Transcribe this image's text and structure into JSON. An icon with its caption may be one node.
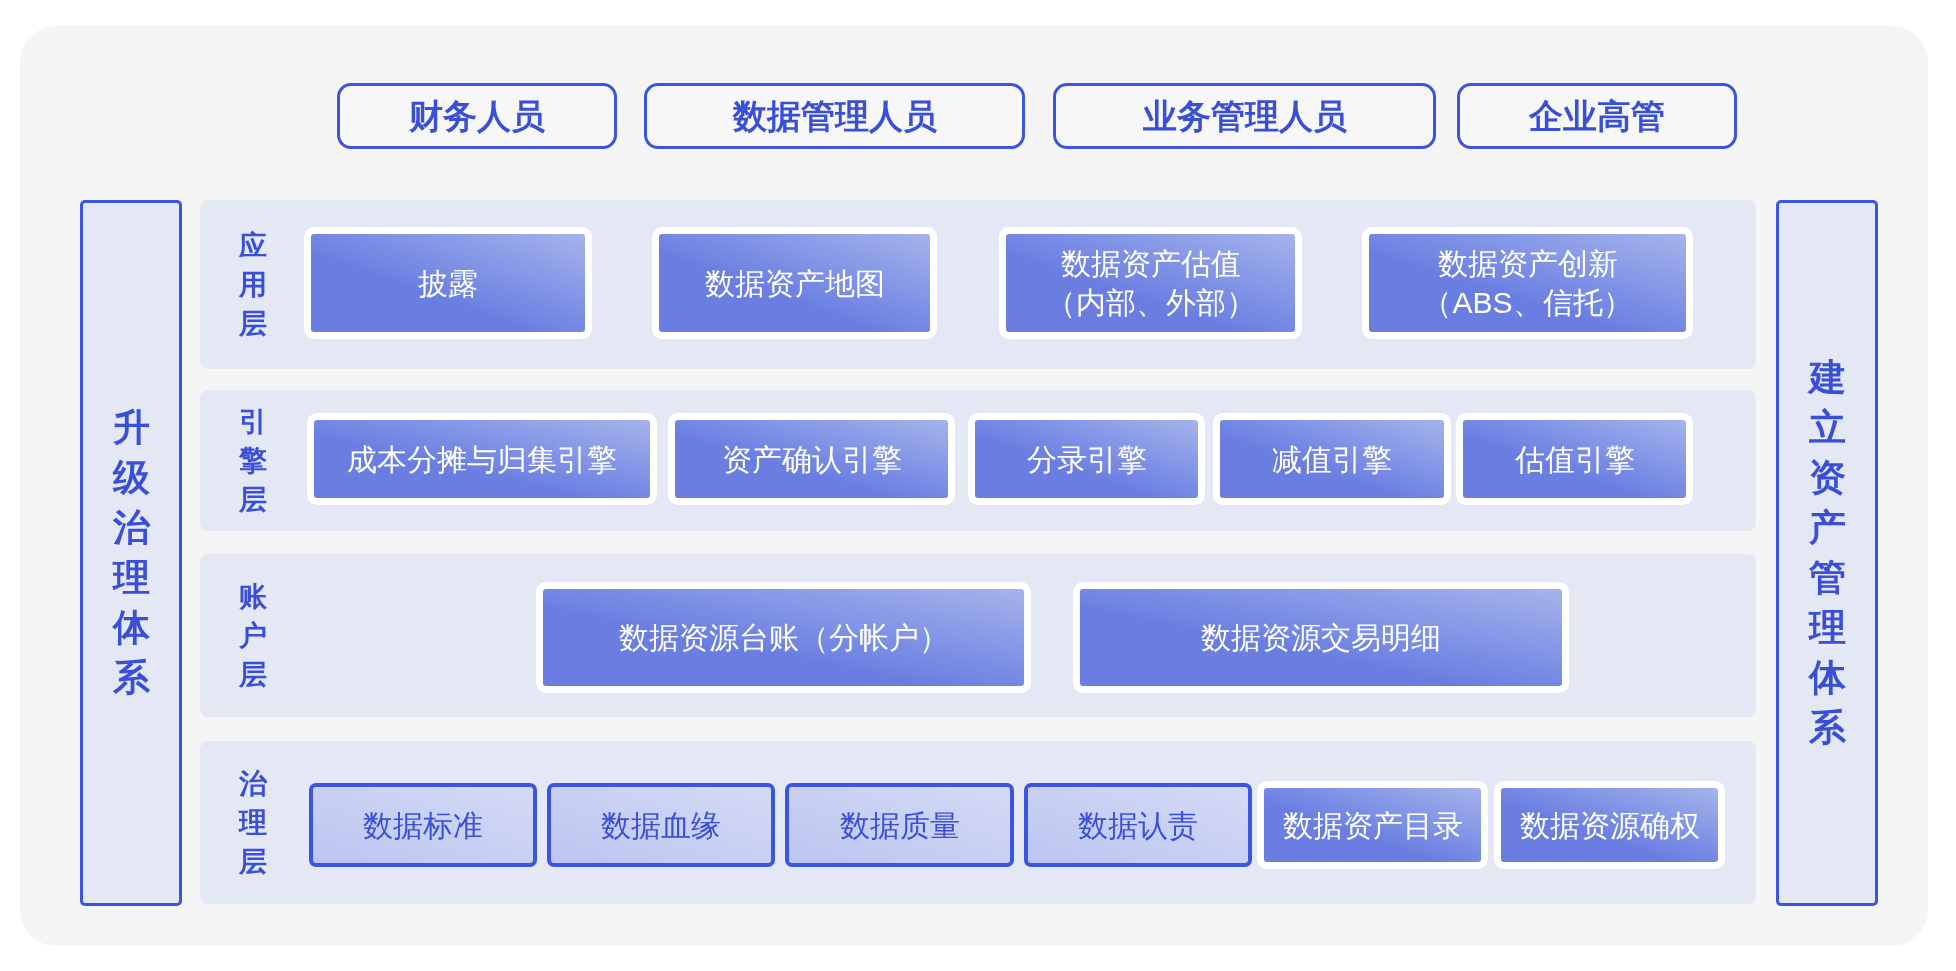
{
  "diagram": {
    "nodes": [
      {
        "text": [
          "财务人员"
        ]
      },
      {
        "text": [
          "数据管理人员"
        ]
      },
      {
        "text": [
          "业务管理人员"
        ]
      },
      {
        "text": [
          "企业高管"
        ]
      },
      {
        "text": [
          "升级治理体系"
        ]
      },
      {
        "text": [
          "应用层"
        ]
      },
      {
        "text": [
          "披露"
        ],
        "in": 5
      },
      {
        "text": [
          "数据资产地图"
        ],
        "in": 5
      },
      {
        "text": [
          "数据资产估值（内部、外部）"
        ],
        "in": 5
      },
      {
        "text": [
          "数据资产创新（ABS、信托）"
        ],
        "in": 5
      },
      {
        "text": [
          "引擎层"
        ]
      },
      {
        "text": [
          "成本分摊与归集引擎"
        ],
        "in": 10
      },
      {
        "text": [
          "资产确认引擎"
        ],
        "in": 10
      },
      {
        "text": [
          "分录引擎"
        ],
        "in": 10
      },
      {
        "text": [
          "减值引擎"
        ],
        "in": 10
      },
      {
        "text": [
          "估值引擎"
        ],
        "in": 10
      },
      {
        "text": [
          "账户层"
        ]
      },
      {
        "text": [
          "数据资源台账（分帐户）"
        ],
        "in": 16
      },
      {
        "text": [
          "数据资源交易明细"
        ],
        "in": 16
      },
      {
        "text": [
          "治理层"
        ]
      },
      {
        "text": [
          "数据标准"
        ],
        "in": 19
      },
      {
        "text": [
          "数据血缘"
        ],
        "in": 19
      },
      {
        "text": [
          "数据质量"
        ],
        "in": 19
      },
      {
        "text": [
          "数据认责"
        ],
        "in": 19
      },
      {
        "text": [
          "数据资产目录"
        ],
        "in": 19
      },
      {
        "text": [
          "数据资源确权"
        ],
        "in": 19
      },
      {
        "text": [
          "建立资产管理体系"
        ]
      }
    ]
  }
}
